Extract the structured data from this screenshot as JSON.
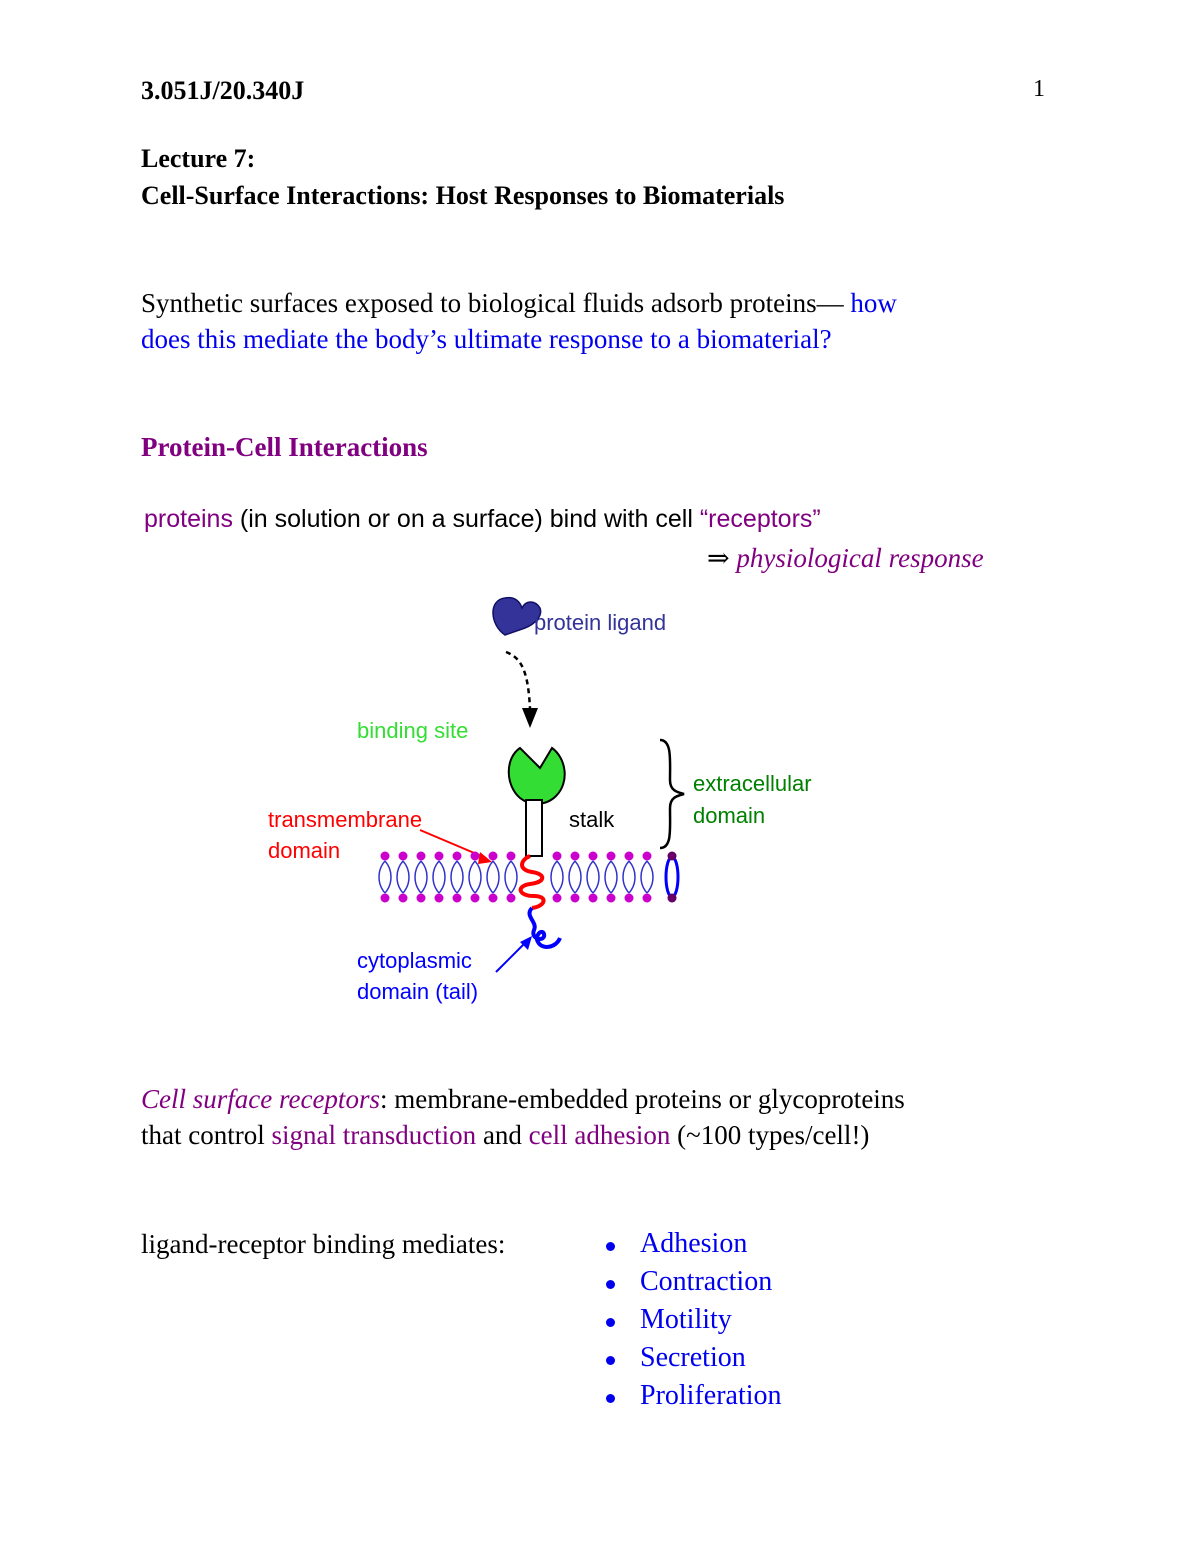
{
  "header": {
    "course_code": "3.051J/20.340J",
    "page_number": "1"
  },
  "title": {
    "lecture_number": "Lecture 7:",
    "lecture_title": "Cell-Surface Interactions: Host Responses to Biomaterials"
  },
  "intro": {
    "text_plain": "Synthetic surfaces exposed to biological fluids adsorb proteins—",
    "question_part1": " how",
    "question_part2": "does this mediate the body’s ultimate response to a biomaterial?"
  },
  "section": {
    "heading": "Protein-Cell Interactions"
  },
  "binding_statement": {
    "proteins": "proteins",
    "middle": " (in solution or on a surface) bind with cell ",
    "receptors": "“receptors”",
    "arrow": "⇒",
    "response": " physiological response"
  },
  "diagram": {
    "labels": {
      "protein_ligand": "protein ligand",
      "binding_site": "binding site",
      "extracellular_1": "extracellular",
      "extracellular_2": "domain",
      "stalk": "stalk",
      "transmembrane_1": "transmembrane",
      "transmembrane_2": "domain",
      "cytoplasmic_1": "cytoplasmic",
      "cytoplasmic_2": "domain (tail)"
    },
    "colors": {
      "ligand": "#333399",
      "binding_site": "#33dd33",
      "extracellular": "#008000",
      "transmembrane": "#ff0000",
      "cytoplasmic": "#0000ff",
      "lipid_head": "#cc00cc",
      "lipid_tail": "#3333cc"
    }
  },
  "receptors_def": {
    "term": "Cell surface receptors",
    "colon": ":",
    "text1": " membrane-embedded proteins or glycoproteins",
    "text2_a": "that control ",
    "signal": "signal transduction",
    "and": " and ",
    "adhesion": "cell adhesion",
    "count": " (~100 types/cell!)"
  },
  "mediates": {
    "label": "ligand-receptor binding mediates:",
    "items": [
      "Adhesion",
      "Contraction",
      "Motility",
      "Secretion",
      "Proliferation"
    ]
  }
}
